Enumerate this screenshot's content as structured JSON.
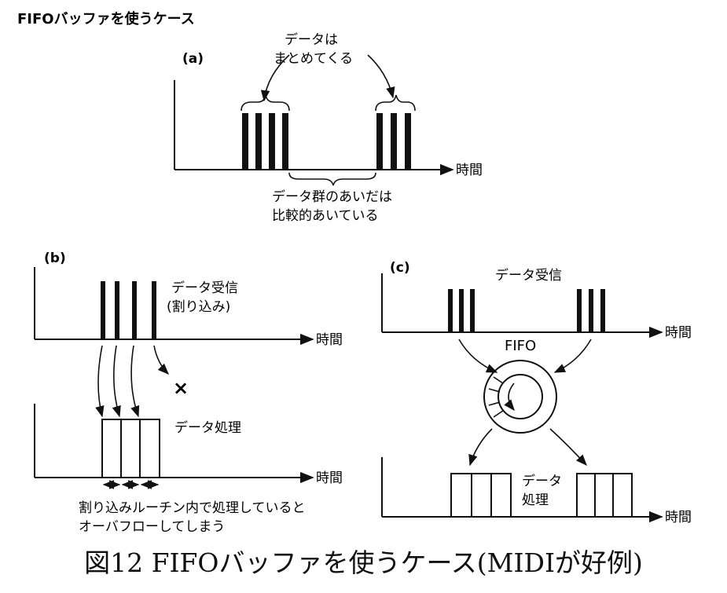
{
  "title": "FIFOバッファを使うケース",
  "caption": "図12 FIFOバッファを使うケース(MIDIが好例)",
  "panel_a": {
    "label": "(a)",
    "note_top": [
      "データは",
      "まとめてくる"
    ],
    "note_bottom": [
      "データ群のあいだは",
      "比較的あいている"
    ],
    "axis_label": "時間"
  },
  "panel_b": {
    "label": "(b)",
    "receive_label": [
      "データ受信",
      "(割り込み)"
    ],
    "processing_label": "データ処理",
    "axis_label_top": "時間",
    "axis_label_bottom": "時間",
    "overflow_mark": "×",
    "note_bottom": [
      "割り込みルーチン内で処理していると",
      "オーバフローしてしまう"
    ]
  },
  "panel_c": {
    "label": "(c)",
    "receive_label": "データ受信",
    "fifo_label": "FIFO",
    "processing_label": [
      "データ",
      "処理"
    ],
    "axis_label_top": "時間",
    "axis_label_bottom": "時間"
  }
}
